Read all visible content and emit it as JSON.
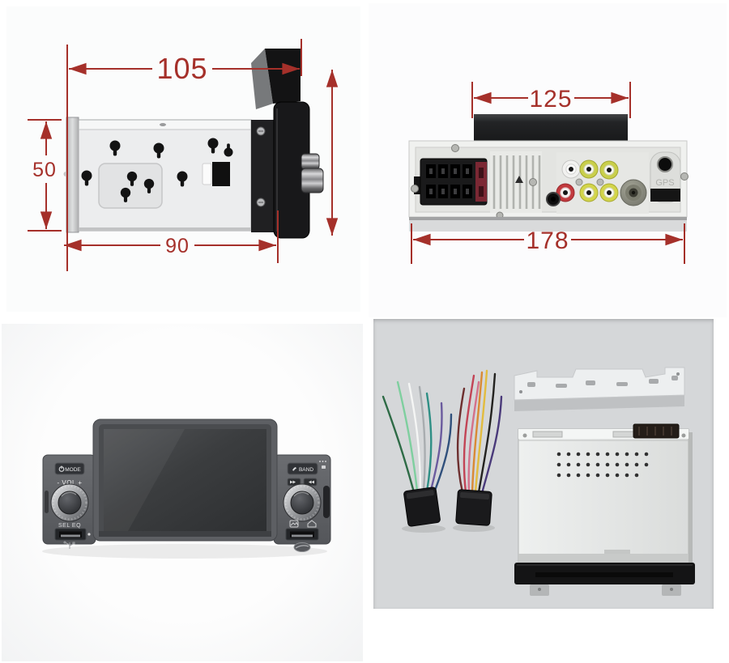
{
  "page": {
    "description": "Single-DIN car stereo product photo collage, 4 views"
  },
  "colors": {
    "dimension_red": "#a5302a",
    "photo_background": "#fbfcfc",
    "accessories_background": "#d5d7d9",
    "front_panel_black": "#141416",
    "chassis_silver": "#ebecec",
    "rear_panel_silver": "#e3e4e1",
    "front_body_gray": "#606266",
    "rca_yellow_green": "#c9cf4b",
    "rca_red": "#c23a3e",
    "iso_connector_red": "#7b2834"
  },
  "side_view": {
    "width_top": "105",
    "height_left": "50",
    "width_bottom": "90"
  },
  "rear_view": {
    "width_top": "125",
    "width_bottom": "178",
    "gps": "GPS"
  },
  "front_view": {
    "mode": "MODE",
    "vol": "- VOL +",
    "sel_eq": "SEL EQ",
    "band": "BAND"
  },
  "icons": {
    "power": "power-symbol",
    "phone": "handset-glyph",
    "usb": "usb-trident",
    "seek_back": "double-left-triangles",
    "seek_fwd": "double-right-triangles"
  }
}
